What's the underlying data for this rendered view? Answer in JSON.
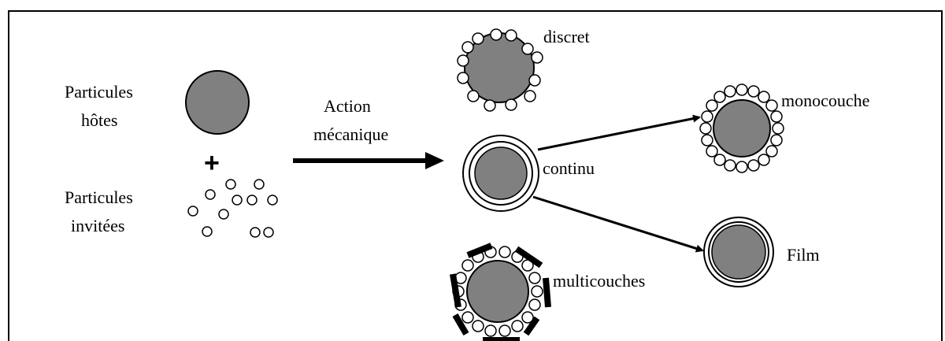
{
  "labels": {
    "host_line1": "Particules",
    "host_line2": "hôtes",
    "plus": "+",
    "guest_line1": "Particules",
    "guest_line2": "invitées",
    "action_line1": "Action",
    "action_line2": "mécanique",
    "discrete": "discret",
    "continuous": "continu",
    "multilayer": "multicouches",
    "monolayer": "monocouche",
    "film": "Film"
  },
  "colors": {
    "host_fill": "#808080",
    "outline": "#000000",
    "background": "#ffffff"
  }
}
